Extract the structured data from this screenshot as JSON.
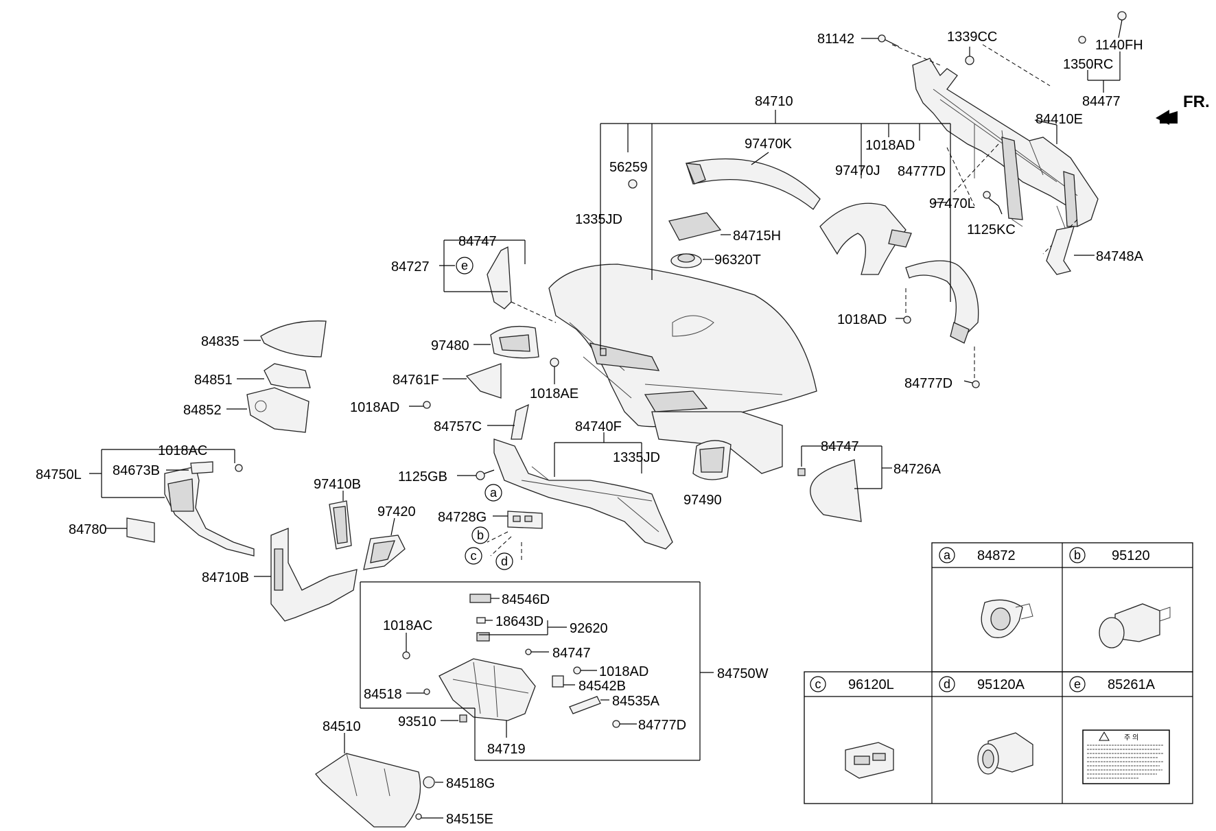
{
  "direction_label": "FR.",
  "parts": {
    "p81142": "81142",
    "p1339CC": "1339CC",
    "p1140FH": "1140FH",
    "p1350RC": "1350RC",
    "p84477": "84477",
    "p84410E": "84410E",
    "p84710": "84710",
    "p97470K": "97470K",
    "p1018AD_top": "1018AD",
    "p84777D_top": "84777D",
    "p97470J": "97470J",
    "p56259": "56259",
    "p1335JD_top": "1335JD",
    "p84715H": "84715H",
    "p96320T": "96320T",
    "p97470L": "97470L",
    "p1125KC": "1125KC",
    "p84748A": "84748A",
    "p84747_a": "84747",
    "p84727": "84727",
    "p1018AD_mid": "1018AD",
    "p84777D_mid": "84777D",
    "p84835": "84835",
    "p97480": "97480",
    "p84851": "84851",
    "p84761F": "84761F",
    "p1018AE": "1018AE",
    "p84852": "84852",
    "p1018AD_left": "1018AD",
    "p84757C": "84757C",
    "p84740F": "84740F",
    "p1018AC_a": "1018AC",
    "p1335JD_mid": "1335JD",
    "p84747_b": "84747",
    "p84750L": "84750L",
    "p84673B": "84673B",
    "p1125GB": "1125GB",
    "p84726A": "84726A",
    "p97410B": "97410B",
    "p97490": "97490",
    "p97420": "97420",
    "p84728G": "84728G",
    "p84780": "84780",
    "p84710B": "84710B",
    "p84546D": "84546D",
    "p18643D": "18643D",
    "p92620": "92620",
    "p1018AC_b": "1018AC",
    "p84747_c": "84747",
    "p1018AD_box": "1018AD",
    "p84750W": "84750W",
    "p84542B": "84542B",
    "p84518": "84518",
    "p84535A": "84535A",
    "p93510": "93510",
    "p84777D_box": "84777D",
    "p84719": "84719",
    "p84510": "84510",
    "p84518G": "84518G",
    "p84515E": "84515E"
  },
  "callouts": {
    "a": "a",
    "b": "b",
    "c": "c",
    "d": "d",
    "e": "e"
  },
  "legend": [
    {
      "letter": "a",
      "part": "84872"
    },
    {
      "letter": "b",
      "part": "95120"
    },
    {
      "letter": "c",
      "part": "96120L"
    },
    {
      "letter": "d",
      "part": "95120A"
    },
    {
      "letter": "e",
      "part": "85261A"
    }
  ],
  "label_sticker": {
    "header": "주 의"
  }
}
